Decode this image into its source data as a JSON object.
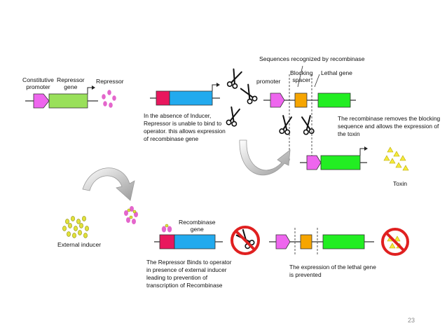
{
  "labels": {
    "constitutive_promoter": [
      "Constitutive",
      "promoter"
    ],
    "repressor_gene": [
      "Repressor",
      "gene"
    ],
    "repressor": "Repressor",
    "sequences_recognized": "Sequences recognized by recombinase",
    "promoter": "promoter",
    "blocking_spacer": [
      "Blocking",
      "spacer"
    ],
    "lethal_gene": "Lethal gene",
    "external_inducer": "External inducer",
    "recombinase_gene": [
      "Recombinase",
      "gene"
    ],
    "toxin": "Toxin"
  },
  "paragraphs": {
    "absence_inducer": [
      "In the absence of Inducer,",
      "Repressor is unable to bind to",
      "operator. this allows expression",
      "of recombinase gene"
    ],
    "recombinase_removes": [
      "The recombinase removes the blocking",
      "sequence and allows the expression of",
      "the toxin"
    ],
    "repressor_binds": [
      "The Repressor Binds to operator",
      "in presence of  external inducer",
      "leading    to     prevention    of",
      "transcription   of   Recombinase"
    ],
    "lethal_prevented": [
      "The expression of the lethal gene",
      "is prevented"
    ]
  },
  "page_number": "23",
  "colors": {
    "promoter_pink": "#ee66ee",
    "promoter_magenta": "#e8175d",
    "repressor_green": "#99e05a",
    "recombinase_blue": "#22aaee",
    "spacer_orange": "#f6a500",
    "lethal_green": "#22ee22",
    "toxin_yellow": "#f5ea3a",
    "inducer_yellow": "#e2e23a",
    "prohibit_red": "#e02020"
  }
}
